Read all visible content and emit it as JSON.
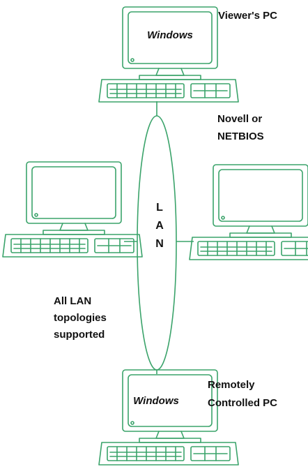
{
  "colors": {
    "line": "#3aa36a",
    "text": "#111111",
    "background": "#ffffff"
  },
  "labels": {
    "viewer_pc": "Viewer's PC",
    "protocol_line1": "Novell or",
    "protocol_line2": "NETBIOS",
    "topologies_line1": "All LAN",
    "topologies_line2": "topologies",
    "topologies_line3": "supported",
    "remote_line1": "Remotely",
    "remote_line2": "Controlled PC"
  },
  "lan": {
    "letter1": "L",
    "letter2": "A",
    "letter3": "N"
  },
  "screens": {
    "top_screen": "Windows",
    "bottom_screen": "Windows"
  }
}
